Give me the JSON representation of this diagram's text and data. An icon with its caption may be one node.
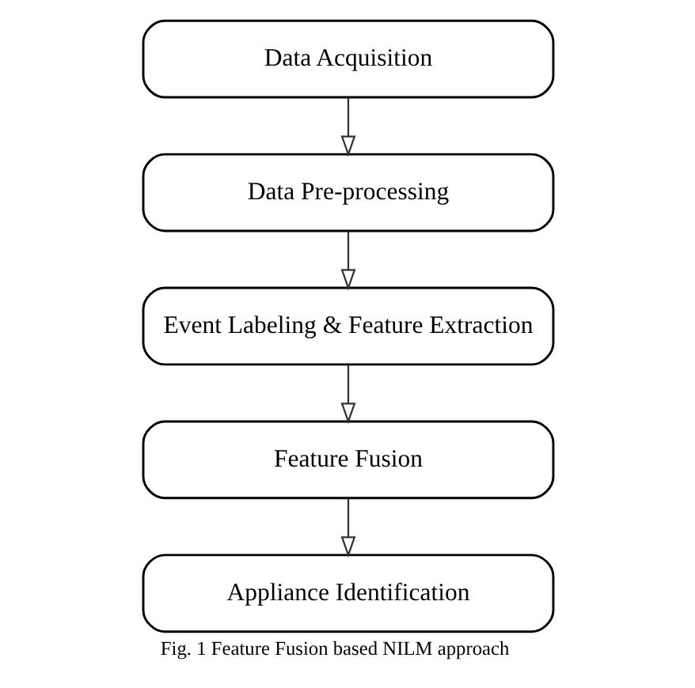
{
  "diagram": {
    "caption": "Fig. 1 Feature Fusion based NILM approach",
    "nodes": [
      {
        "text": [
          "Data Acquisition"
        ]
      },
      {
        "text": [
          "Data Pre-processing"
        ]
      },
      {
        "text": [
          "Event Labeling & Feature Extraction"
        ]
      },
      {
        "text": [
          "Feature Fusion"
        ]
      },
      {
        "text": [
          "Appliance Identification"
        ]
      }
    ],
    "edges": [
      {
        "from": 0,
        "to": 1,
        "arrow": "to"
      },
      {
        "from": 1,
        "to": 2,
        "arrow": "to"
      },
      {
        "from": 2,
        "to": 3,
        "arrow": "to"
      },
      {
        "from": 3,
        "to": 4,
        "arrow": "to"
      }
    ]
  }
}
